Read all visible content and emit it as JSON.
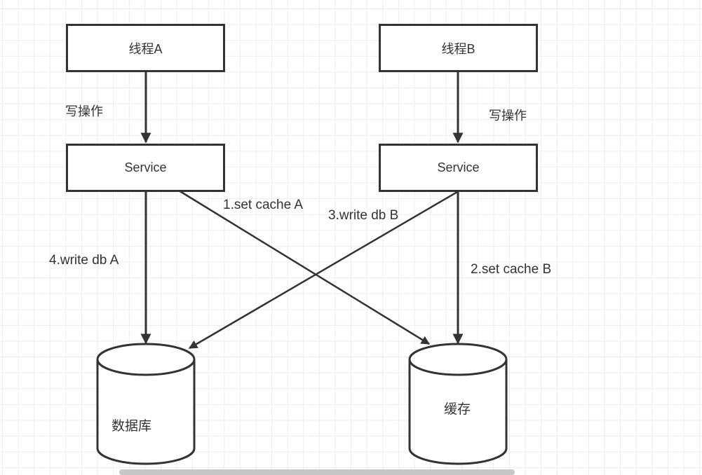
{
  "diagram": {
    "nodes": {
      "thread_a": {
        "label": "线程A"
      },
      "thread_b": {
        "label": "线程B"
      },
      "service_a": {
        "label": "Service"
      },
      "service_b": {
        "label": "Service"
      },
      "database": {
        "label": "数据库",
        "shape": "cylinder"
      },
      "cache": {
        "label": "缓存",
        "shape": "cylinder"
      }
    },
    "edges": [
      {
        "from": "thread_a",
        "to": "service_a",
        "label": "写操作"
      },
      {
        "from": "thread_b",
        "to": "service_b",
        "label": "写操作"
      },
      {
        "from": "service_a",
        "to": "cache",
        "label": "1.set cache A"
      },
      {
        "from": "service_b",
        "to": "cache",
        "label": "2.set cache B"
      },
      {
        "from": "service_b",
        "to": "database",
        "label": "3.write db B"
      },
      {
        "from": "service_a",
        "to": "database",
        "label": "4.write db A"
      }
    ],
    "colors": {
      "stroke": "#333333",
      "grid": "#ececec",
      "background": "#ffffff"
    }
  }
}
